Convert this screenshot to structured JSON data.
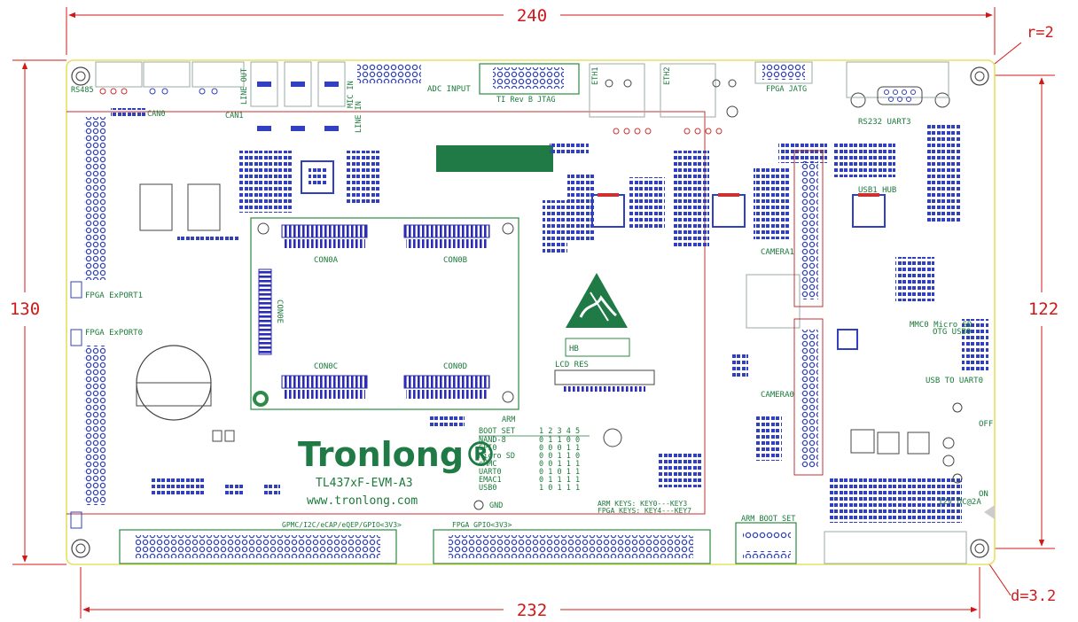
{
  "dimensions": {
    "width_mm": "240",
    "height_mm": "130",
    "mount_span_x": "232",
    "mount_span_y": "122",
    "corner_radius": "r=2",
    "hole_diameter": "d=3.2"
  },
  "colors": {
    "dimension": "#d01818",
    "board_outline": "#e8e060",
    "silkscreen": "#1a7a3a",
    "pad": "#3040c0",
    "keepout": "#c03030",
    "brand": "#1f7a45"
  },
  "labels": {
    "rs485": "RS485",
    "can0": "CAN0",
    "can1": "CAN1",
    "line_out": "LINE OUT",
    "mic_in": "MIC IN",
    "line_in": "LINE IN",
    "adc_input": "ADC INPUT",
    "jtag": "TI Rev B JTAG",
    "eth1": "ETH1",
    "eth2": "ETH2",
    "fpga_jatg": "FPGA JATG",
    "rs232": "RS232 UART3",
    "usb1_hub": "USB1 HUB",
    "fpga_export1": "FPGA ExPORT1",
    "fpga_export0": "FPGA ExPORT0",
    "con0a": "CON0A",
    "con0b": "CON0B",
    "con0c": "CON0C",
    "con0d": "CON0D",
    "con0e": "CON0E",
    "camera1": "CAMERA1",
    "camera0": "CAMERA0",
    "mmc0": "MMC0 Micro SD",
    "otg_usb0": "OTG USB0",
    "usb_uart0": "USB TO UART0",
    "off": "OFF",
    "on": "ON",
    "power": "12V DC@2A",
    "lcd_res": "LCD RES",
    "gnd": "GND",
    "gpmc_header": "GPMC/I2C/eCAP/eQEP/GPIO<3V3>",
    "fpga_gpio": "FPGA GPIO<3V3>",
    "arm_keys": "ARM   KEYS: KEY0---KEY3",
    "fpga_keys": "FPGA KEYS: KEY4---KEY7",
    "arm_boot_set": "ARM BOOT SET",
    "hb": "HB"
  },
  "branding": {
    "logo": "Tronlong®",
    "model": "TL437xF-EVM-A3",
    "website": "www.tronlong.com"
  },
  "boot_table": {
    "title": "ARM",
    "header_label": "BOOT SET",
    "header_cols": "1 2 3 4 5",
    "rows": [
      {
        "mode": "NAND-8",
        "bits": "0 1 1 0 0"
      },
      {
        "mode": "SPI0",
        "bits": "0 0 0 1 1"
      },
      {
        "mode": "Micro SD",
        "bits": "0 0 1 1 0"
      },
      {
        "mode": "eMMC",
        "bits": "0 0 1 1 1"
      },
      {
        "mode": "UART0",
        "bits": "0 1 0 1 1"
      },
      {
        "mode": "EMAC1",
        "bits": "0 1 1 1 1"
      },
      {
        "mode": "USB0",
        "bits": "1 0 1 1 1"
      }
    ]
  }
}
